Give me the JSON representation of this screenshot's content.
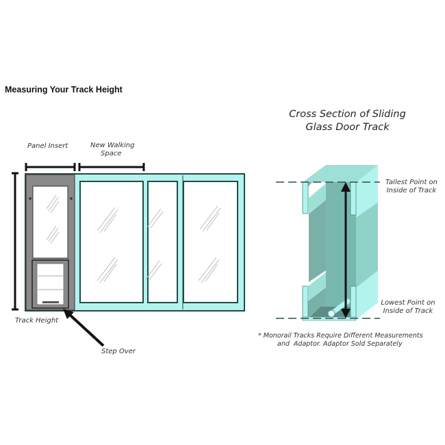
{
  "page": {
    "title": "Measuring Your Track Height"
  },
  "door_diagram": {
    "labels": {
      "panel_insert": "Panel Insert",
      "new_walking_space_line1": "New Walking",
      "new_walking_space_line2": "Space",
      "track_height": "Track Height",
      "step_over": "Step Over"
    },
    "colors": {
      "frame_teal": "#b3f3ee",
      "frame_outline": "#1f4a46",
      "panel_gray": "#8a8a8a",
      "glass_white": "#ffffff",
      "dimension_black": "#111111"
    }
  },
  "cross_section": {
    "title_line1": "Cross Section of Sliding",
    "title_line2": "Glass Door Track",
    "labels": {
      "tallest_line1": "Tallest Point on",
      "tallest_line2": "Inside of Track",
      "lowest_line1": "Lowest Point on",
      "lowest_line2": "Inside of Track"
    },
    "note_line1": "* Monorail Tracks Require Different Measurements",
    "note_line2": "and  Adaptor. Adaptor Sold Separately",
    "colors": {
      "track_light": "#a8efe6",
      "track_mid": "#7fc9bf",
      "track_dark": "#5e9e96"
    }
  }
}
